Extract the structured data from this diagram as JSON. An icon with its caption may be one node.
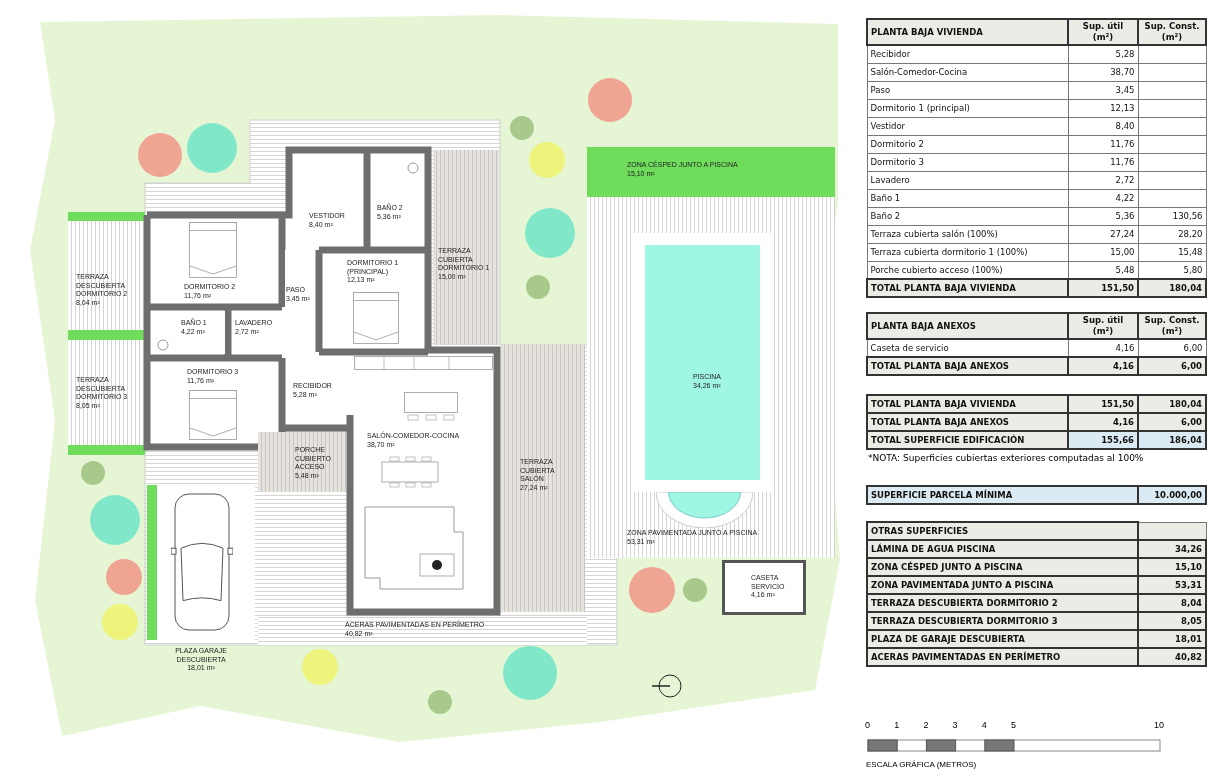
{
  "diagram": {
    "nodes": [
      {
        "text": [
          "ZONA CÉSPED JUNTO A PISCINA",
          "15,10 m²"
        ]
      },
      {
        "text": [
          "VESTIDOR",
          "8,40 m²"
        ]
      },
      {
        "text": [
          "BAÑO 2",
          "5,36 m²"
        ]
      },
      {
        "text": [
          "TERRAZA CUBIERTA DORMITORIO 1",
          "15,00 m²"
        ]
      },
      {
        "text": [
          "ZONA PAVIMENTADA JUNTO A PISCINA",
          "53,31 m²"
        ]
      },
      {
        "text": [
          "TERRAZA DESCUBIERTA DORMITORIO 2",
          "8,04 m²"
        ]
      },
      {
        "text": [
          "DORMITORIO 2",
          "11,76 m²"
        ]
      },
      {
        "text": [
          "PASO",
          "3,45 m²"
        ]
      },
      {
        "text": [
          "DORMITORIO 1 (PRINCIPAL)",
          "12,13 m²"
        ]
      },
      {
        "text": [
          "BAÑO 1",
          "4,22 m²"
        ]
      },
      {
        "text": [
          "LAVADERO",
          "2,72 m²"
        ]
      },
      {
        "text": [
          "PISCINA",
          "34,26 m²"
        ],
        "in": 4
      },
      {
        "text": [
          "TERRAZA DESCUBIERTA DORMITORIO 3",
          "8,05 m²"
        ]
      },
      {
        "text": [
          "DORMITORIO 3",
          "11,76 m²"
        ]
      },
      {
        "text": [
          "RECIBIDOR",
          "5,28 m²"
        ]
      },
      {
        "text": [
          "SALÓN-COMEDOR-COCINA",
          "38,70 m²"
        ]
      },
      {
        "text": [
          "PORCHE CUBIERTO ACCESO",
          "5,48 m²"
        ]
      },
      {
        "text": [
          "TERRAZA CUBIERTA SALÓN",
          "27,24 m²"
        ]
      },
      {
        "text": [
          "CASETA SERVICIO",
          "4,16 m²"
        ]
      },
      {
        "text": [
          "ACERAS PAVIMENTADAS EN PERÍMETRO",
          "40,82 m²"
        ]
      },
      {
        "text": [
          "PLAZA GARAJE DESCUBIERTA",
          "18,01 m²"
        ]
      }
    ],
    "labels": [
      "PLANTA BAJA VIVIENDA",
      "Sup. útil (m²)",
      "Sup. Const. (m²)",
      "Recibidor",
      "5,28",
      "Salón-Comedor-Cocina",
      "38,70",
      "Paso",
      "3,45",
      "Dormitorio 1 (principal)",
      "12,13",
      "Vestidor",
      "8,40",
      "Dormitorio 2",
      "11,76",
      "Dormitorio 3",
      "11,76",
      "Lavadero",
      "2,72",
      "Baño 1",
      "4,22",
      "Baño 2",
      "5,36",
      "130,56",
      "Terraza cubierta salón (100%)",
      "27,24",
      "28,20",
      "Terraza cubierta dormitorio 1 (100%)",
      "15,00",
      "15,48",
      "Porche cubierto acceso (100%)",
      "5,48",
      "5,80",
      "TOTAL PLANTA BAJA VIVIENDA",
      "151,50",
      "180,04",
      "PLANTA BAJA ANEXOS",
      "Sup. útil (m²)",
      "Sup. Const. (m²)",
      "Caseta de servicio",
      "4,16",
      "6,00",
      "TOTAL PLANTA BAJA ANEXOS",
      "4,16",
      "6,00",
      "TOTAL PLANTA BAJA VIVIENDA",
      "151,50",
      "180,04",
      "TOTAL PLANTA BAJA ANEXOS",
      "4,16",
      "6,00",
      "TOTAL SUPERFICIE EDIFICACIÓN",
      "155,66",
      "186,04",
      "*NOTA: Superficies cubiertas exteriores computadas al 100%",
      "SUPERFICIE PARCELA MÍNIMA",
      "10.000,00",
      "OTRAS SUPERFICIES",
      "LÁMINA DE AGUA PISCINA",
      "34,26",
      "ZONA CÉSPED JUNTO A PISCINA",
      "15,10",
      "ZONA PAVIMENTADA JUNTO A PISCINA",
      "53,31",
      "TERRAZA DESCUBIERTA DORMITORIO 2",
      "8,04",
      "TERRAZA DESCUBIERTA DORMITORIO 3",
      "8,05",
      "PLAZA DE GARAJE DESCUBIERTA",
      "18,01",
      "ACERAS PAVIMENTADAS EN PERÍMETRO",
      "40,82",
      "0",
      "1",
      "2",
      "3",
      "4",
      "5",
      "10",
      "ESCALA GRÁFICA (METROS)"
    ]
  }
}
